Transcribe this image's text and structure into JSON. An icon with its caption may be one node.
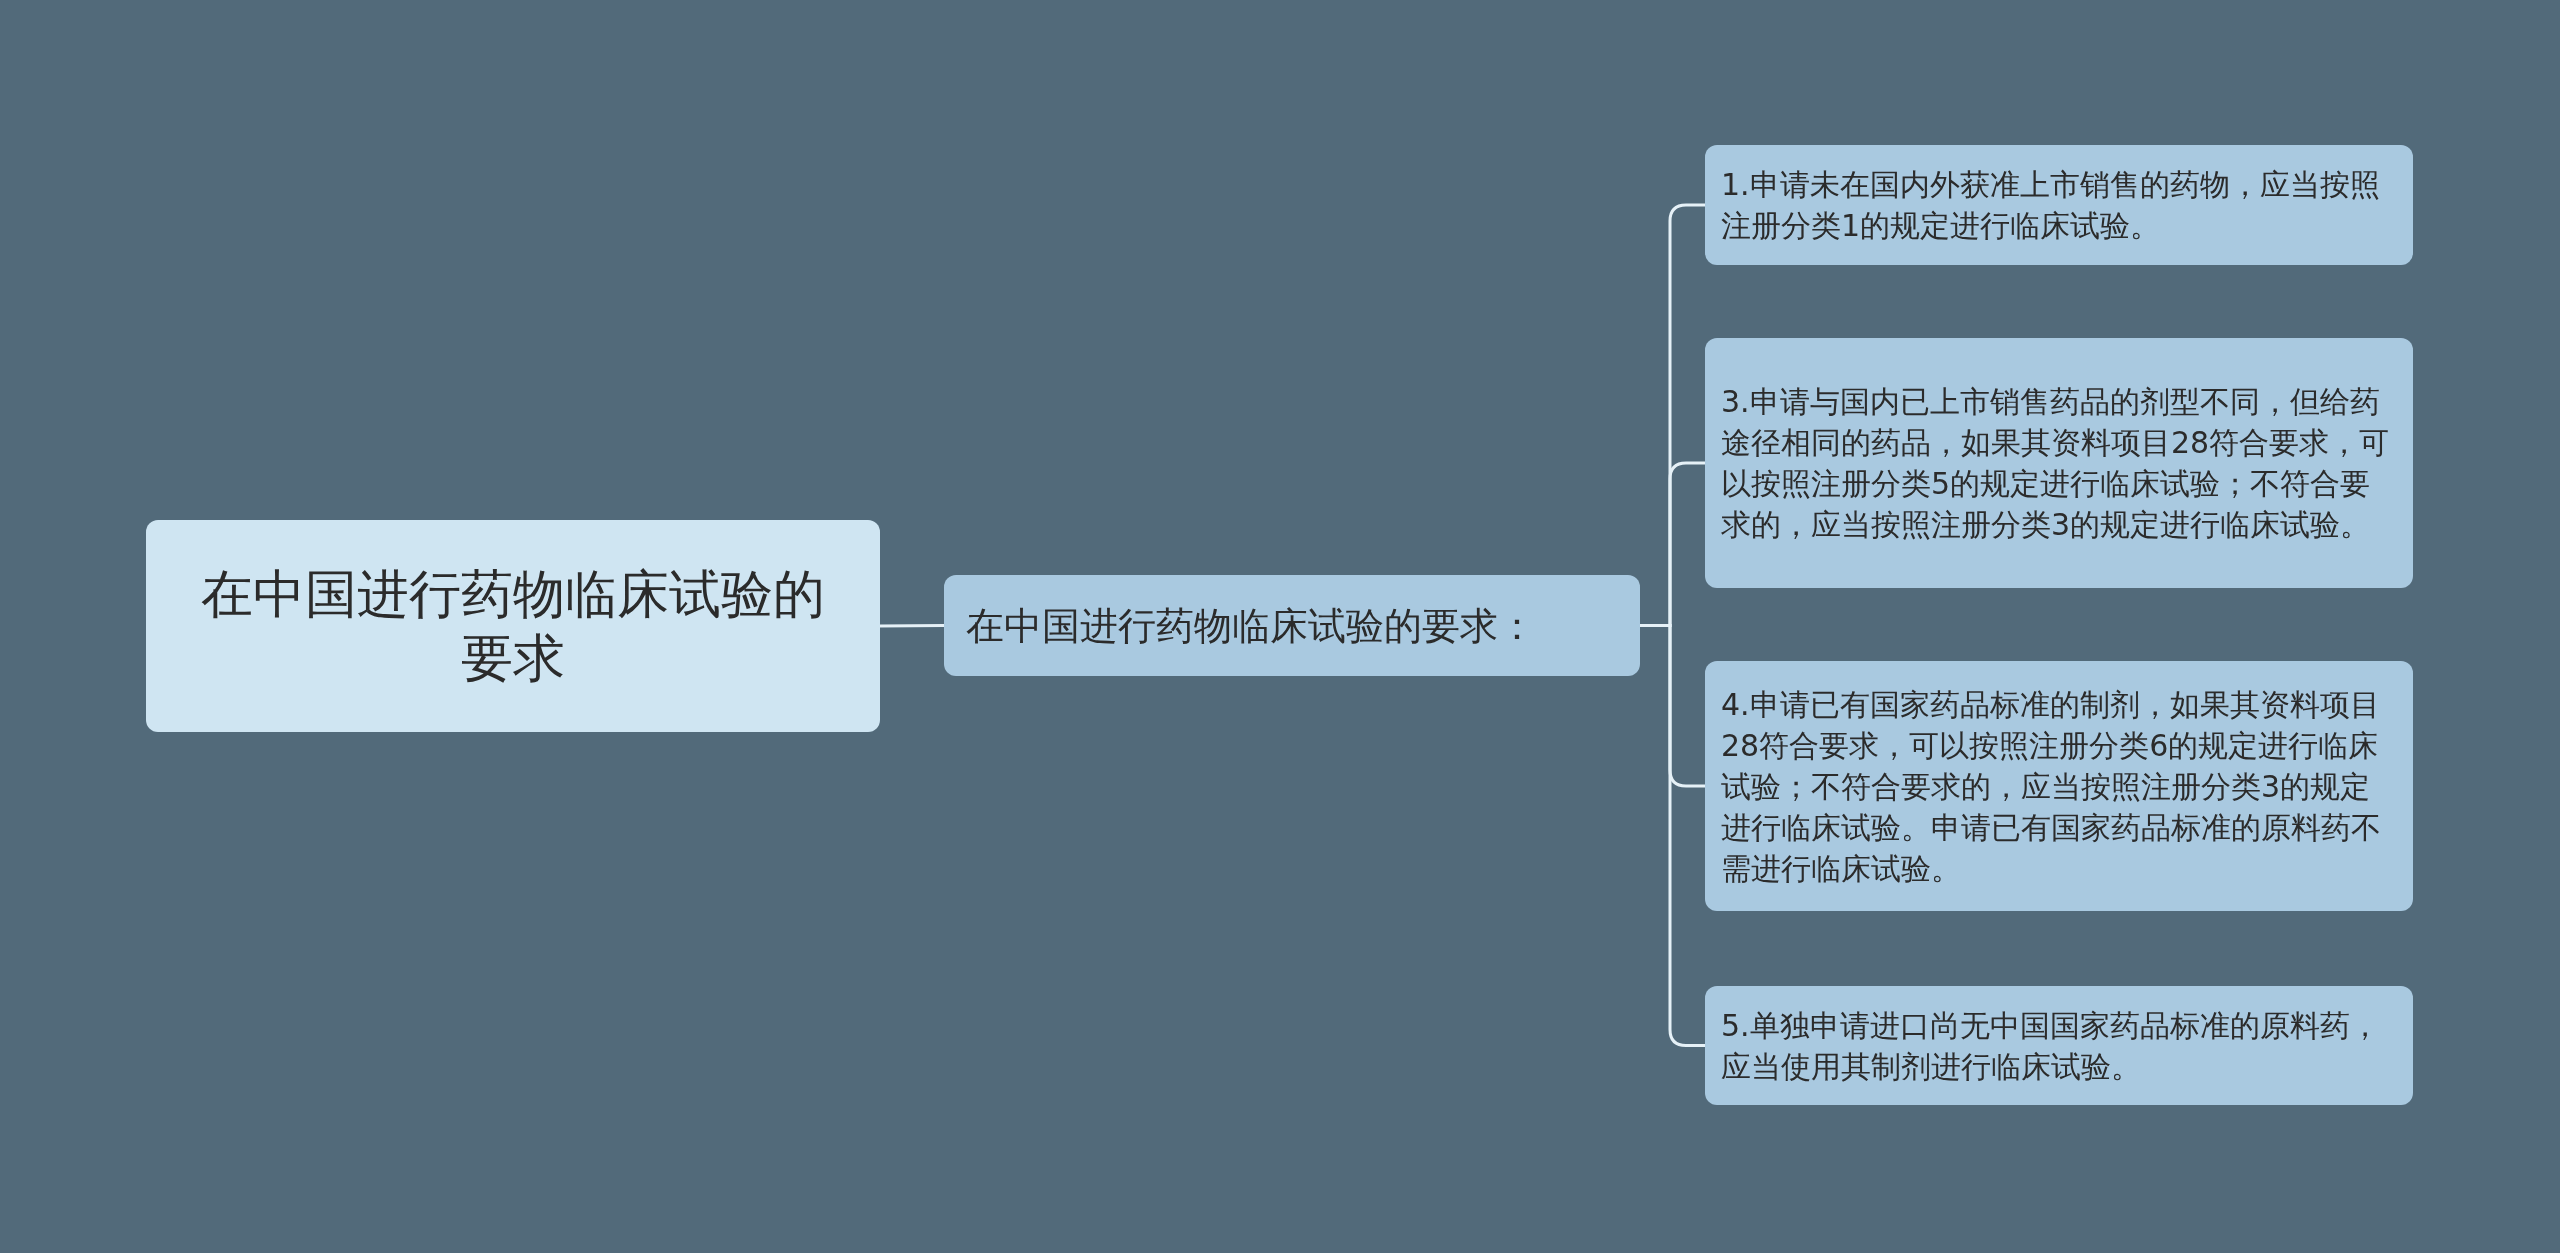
{
  "diagram": {
    "nodes": [
      {
        "text": [
          "在中国进行药物临床试验的要求"
        ]
      },
      {
        "text": [
          "在中国进行药物临床试验的要求："
        ]
      },
      {
        "text": [
          "1.申请未在国内外获准上市销售的药物，应当按照注册分类1的规定进行临床试验。"
        ]
      },
      {
        "text": [
          "3.申请与国内已上市销售药品的剂型不同，但给药途径相同的药品，如果其资料项目28符合要求，可以按照注册分类5的规定进行临床试验；不符合要求的，应当按照注册分类3的规定进行临床试验。"
        ]
      },
      {
        "text": [
          "4.申请已有国家药品标准的制剂，如果其资料项目28符合要求，可以按照注册分类6的规定进行临床试验；不符合要求的，应当按照注册分类3的规定进行临床试验。申请已有国家药品标准的原料药不需进行临床试验。"
        ]
      },
      {
        "text": [
          "5.单独申请进口尚无中国国家药品标准的原料药，应当使用其制剂进行临床试验。"
        ]
      }
    ],
    "edges": [
      {
        "from": 0,
        "to": 1,
        "arrow": "none"
      },
      {
        "from": 1,
        "to": 2,
        "arrow": "none"
      },
      {
        "from": 1,
        "to": 3,
        "arrow": "none"
      },
      {
        "from": 1,
        "to": 4,
        "arrow": "none"
      },
      {
        "from": 1,
        "to": 5,
        "arrow": "none"
      }
    ]
  }
}
